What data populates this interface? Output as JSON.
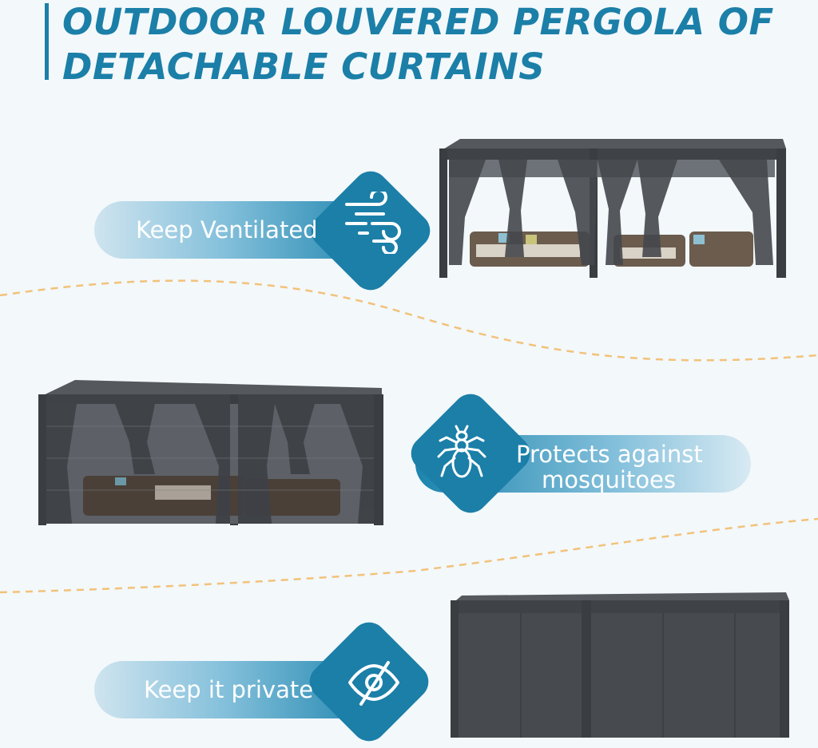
{
  "title": {
    "line1": "OUTDOOR LOUVERED PERGOLA OF",
    "line2": "DETACHABLE CURTAINS"
  },
  "features": [
    {
      "label": "Keep Ventilated",
      "icon": "wind-icon"
    },
    {
      "label": "Protects against mosquitoes",
      "line1": "Protects against",
      "line2": "mosquitoes",
      "icon": "mosquito-icon"
    },
    {
      "label": "Keep it private",
      "icon": "eye-off-icon"
    }
  ],
  "colors": {
    "background": "#f3f8fb",
    "accent": "#1b7fa8",
    "dashed_line": "#f2c27a",
    "pergola_frame": "#3f4246"
  }
}
